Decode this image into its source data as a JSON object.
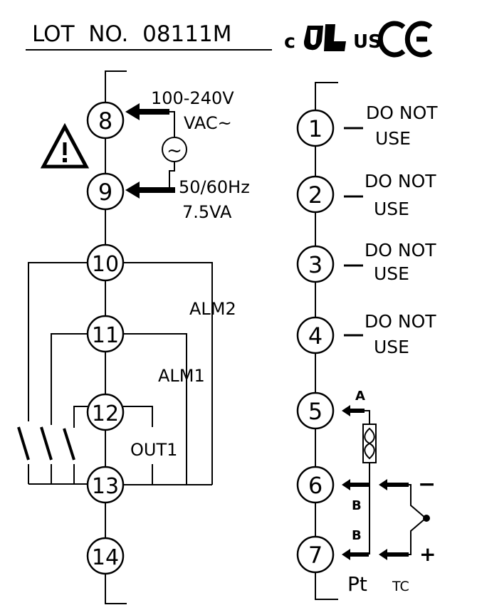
{
  "header": {
    "lot_label": "LOT  NO.  08111M",
    "cert_c": "c",
    "cert_us": "US"
  },
  "left_terminals": [
    "8",
    "9",
    "10",
    "11",
    "12",
    "13",
    "14"
  ],
  "right_terminals": [
    "1",
    "2",
    "3",
    "4",
    "5",
    "6",
    "7"
  ],
  "power": {
    "voltage": "100-240V",
    "vac": "VAC~",
    "frequency": "50/60Hz",
    "power_rating": "7.5VA",
    "ac_symbol": "~"
  },
  "outputs": {
    "alm2": "ALM2",
    "alm1": "ALM1",
    "out1": "OUT1"
  },
  "unused": {
    "line1": "DO NOT",
    "line2": "USE"
  },
  "sensor": {
    "a": "A",
    "b1": "B",
    "b2": "B",
    "minus": "−",
    "plus": "+",
    "pt": "Pt",
    "tc": "TC"
  }
}
